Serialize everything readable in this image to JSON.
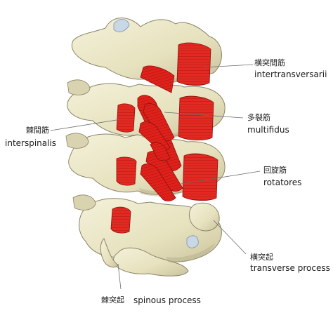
{
  "labels": {
    "intertransversarii": {
      "jp": "横突間筋",
      "en": "intertransversarii"
    },
    "multifidus": {
      "jp": "多裂筋",
      "en": "multifidus"
    },
    "interspinalis": {
      "jp": "棘間筋",
      "en": "interspinalis"
    },
    "rotatores": {
      "jp": "回旋筋",
      "en": "rotatores"
    },
    "transverse_process": {
      "jp": "横突起",
      "en": "transverse process"
    },
    "spinous_process": {
      "jp": "棘突起",
      "en": "spinous process"
    }
  },
  "colors": {
    "bone": "#ece8c8",
    "bone_shadow": "#b4ad8a",
    "bone_outline": "#8a8468",
    "muscle": "#e0211b",
    "muscle_dark": "#a8140f",
    "leader_line": "#6b6b6b"
  }
}
